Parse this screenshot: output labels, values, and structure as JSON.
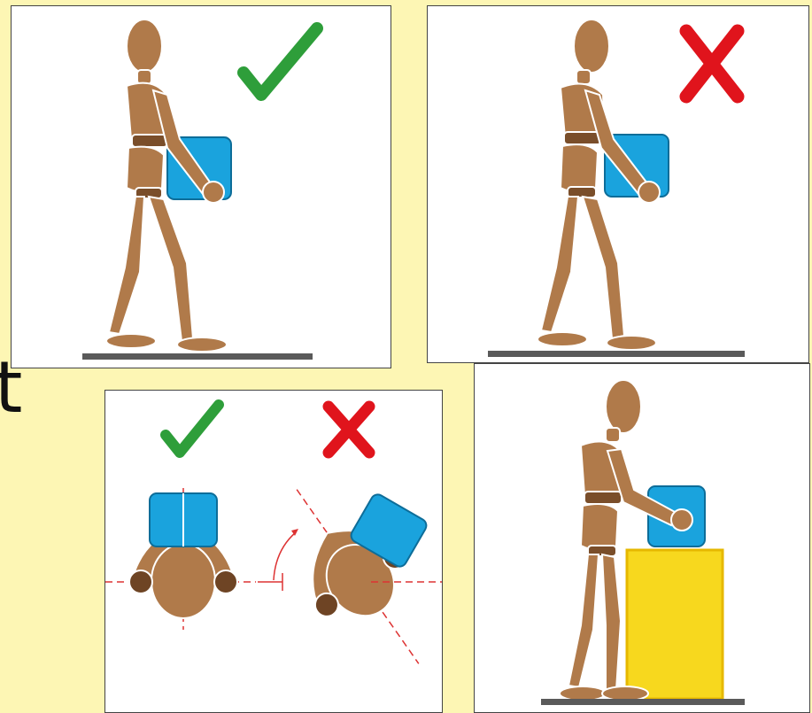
{
  "background_text": "t",
  "colors": {
    "page_bg": "#fdf6b4",
    "wood": "#b07a4a",
    "wood_dark": "#7a4e2a",
    "box_blue": "#1aa3dd",
    "check_green": "#2e9e3a",
    "cross_red": "#e0141c",
    "crate_yellow": "#f7d81e",
    "floor": "#5a5a5a"
  },
  "panels": [
    {
      "id": "walking-correct",
      "verdict": "correct",
      "mark": "check-icon"
    },
    {
      "id": "walking-incorrect",
      "verdict": "incorrect",
      "mark": "cross-icon"
    },
    {
      "id": "top-view-twist",
      "marks": [
        "check-icon",
        "cross-icon"
      ]
    },
    {
      "id": "placing-box",
      "verdict": "none"
    }
  ]
}
